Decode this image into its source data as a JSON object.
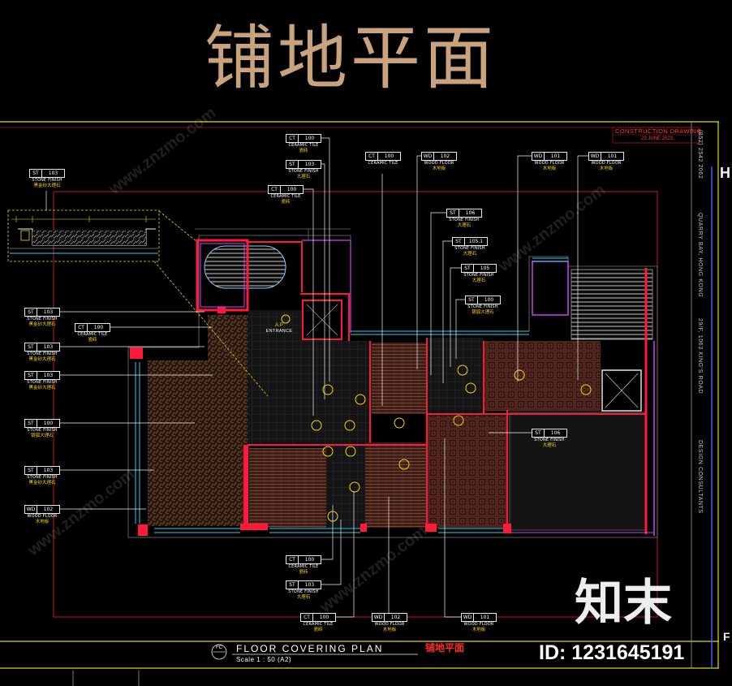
{
  "page_title": "铺地平面",
  "title_block": {
    "stage": "CONSTRUCTION DRAWING",
    "date": "23 JUNE 2023",
    "phone": "(852) 2542 2062",
    "address_district": "QUARRY BAY, HONG KONG",
    "address_street": "29/F, 1063 KING'S ROAD",
    "firm_role": "DESIGN CONSULTANTS",
    "edge_fragments": [
      "H",
      "F"
    ]
  },
  "drawing_title": {
    "symbol": "FC",
    "name": "FLOOR COVERING PLAN",
    "scale": "Scale 1 : 50 (A2)",
    "name_cn": "铺地平面"
  },
  "entrance": {
    "ap": "A.P",
    "label": "ENTRANCE"
  },
  "tags": [
    {
      "code": "CT",
      "num": "100",
      "desc": "CERAMIC TILE",
      "cn": "瓷砖"
    },
    {
      "code": "ST",
      "num": "103",
      "desc": "STONE FINISH",
      "cn": "大理石"
    },
    {
      "code": "CT",
      "num": "100",
      "desc": "CERAMIC TILE",
      "cn": "瓷砖"
    },
    {
      "code": "CT",
      "num": "100",
      "desc": "CERAMIC TILE"
    },
    {
      "code": "WD",
      "num": "102",
      "desc": "WOOD FLOOR",
      "cn": "木地板"
    },
    {
      "code": "WD",
      "num": "101",
      "desc": "WOOD FLOOR",
      "cn": "木地板"
    },
    {
      "code": "WD",
      "num": "101",
      "desc": "WOOD FLOOR",
      "cn": "木地板"
    },
    {
      "code": "ST",
      "num": "106",
      "desc": "STONE FINISH",
      "cn": "大理石"
    },
    {
      "code": "ST",
      "num": "105.1",
      "desc": "STONE FINISH",
      "cn": "大理石"
    },
    {
      "code": "ST",
      "num": "105",
      "desc": "STONE FINISH",
      "cn": "大理石"
    },
    {
      "code": "ST",
      "num": "100",
      "desc": "STONE FINISH",
      "cn": "银狐大理石"
    },
    {
      "code": "ST",
      "num": "103",
      "desc": "STONE FINISH",
      "cn": "黑金砂大理石"
    },
    {
      "code": "ST",
      "num": "103",
      "desc": "STONE FINISH",
      "cn": "黑金砂大理石"
    },
    {
      "code": "CT",
      "num": "100",
      "desc": "CERAMIC TILE",
      "cn": "瓷砖"
    },
    {
      "code": "ST",
      "num": "103",
      "desc": "STONE FINISH",
      "cn": "黑金砂大理石"
    },
    {
      "code": "ST",
      "num": "103",
      "desc": "STONE FINISH",
      "cn": "黑金砂大理石"
    },
    {
      "code": "ST",
      "num": "100",
      "desc": "STONE FINISH",
      "cn": "银狐大理石"
    },
    {
      "code": "ST",
      "num": "103",
      "desc": "STONE FINISH",
      "cn": "黑金砂大理石"
    },
    {
      "code": "WD",
      "num": "102",
      "desc": "WOOD FLOOR",
      "cn": "木地板"
    },
    {
      "code": "ST",
      "num": "106",
      "desc": "STONE FINISH",
      "cn": "大理石"
    },
    {
      "code": "CT",
      "num": "100",
      "desc": "CERAMIC TILE",
      "cn": "瓷砖"
    },
    {
      "code": "ST",
      "num": "103",
      "desc": "STONE FINISH",
      "cn": "大理石"
    },
    {
      "code": "CT",
      "num": "100",
      "desc": "CERAMIC TILE",
      "cn": "瓷砖"
    },
    {
      "code": "WD",
      "num": "102",
      "desc": "WOOD FLOOR",
      "cn": "木地板"
    },
    {
      "code": "WD",
      "num": "101",
      "desc": "WOOD FLOOR",
      "cn": "木地板"
    }
  ],
  "watermark": {
    "brand": "知末",
    "id": "ID: 1231645191",
    "site": "www.znzmo.com"
  },
  "colors": {
    "title": "#c9a27e",
    "frame": "#e6d800",
    "wall": "#ff1a3c",
    "window": "#22d3ee",
    "tag_cn": "#ffd200"
  }
}
